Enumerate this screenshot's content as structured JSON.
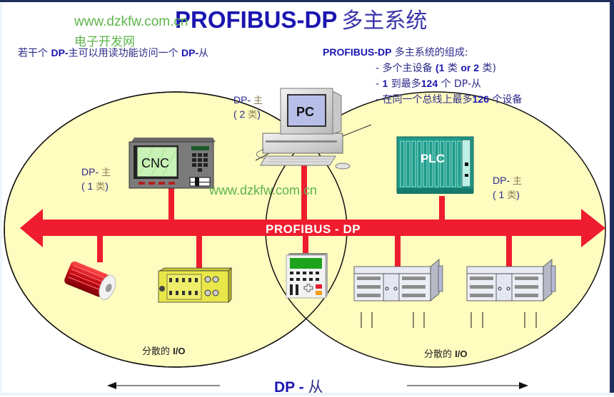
{
  "title": {
    "main": "PROFIBUS-DP",
    "suffix": "多主系统"
  },
  "watermarks": {
    "top_url": "www.dzkfw.com.cn",
    "top_cn": "电子开发网",
    "middle_url": "www.dzkfw.com.cn"
  },
  "note_left": {
    "p1": "若干个 ",
    "b1": "DP-",
    "p2": "主可以用读功能访问一个 ",
    "b2": "DP-",
    "p3": "从"
  },
  "composition": {
    "head_bold": "PROFIBUS-DP",
    "head_rest": " 多主系统的组成:",
    "items": [
      {
        "pre": "- 多个主设备 ",
        "bold": "(1",
        "post": " 类 ",
        "bold2": "or 2",
        "post2": " 类)"
      },
      {
        "pre": "- ",
        "bold": "1",
        "post": " 到最多",
        "bold2": "124",
        "post2": " 个 DP-从"
      },
      {
        "pre": "- 在同一个总线上最多",
        "bold": "126",
        "post": " 个设备",
        "bold2": "",
        "post2": ""
      }
    ]
  },
  "masters": {
    "pc": {
      "line1": "DP- ",
      "cn1": "主",
      "line2": "( 2 ",
      "cn2": "类",
      "line2_end": ")",
      "device": "PC"
    },
    "cnc": {
      "line1": "DP- ",
      "cn1": "主",
      "line2": "( 1 ",
      "cn2": "类",
      "line2_end": ")",
      "device": "CNC"
    },
    "plc": {
      "line1": "DP- ",
      "cn1": "主",
      "line2": "( 1 ",
      "cn2": "类",
      "line2_end": ")",
      "device": "PLC"
    }
  },
  "bus": {
    "label": "PROFIBUS - DP"
  },
  "io_labels": {
    "left": {
      "cn": "分散的 ",
      "en": "I/O"
    },
    "right": {
      "cn": "分散的 ",
      "en": "I/O"
    }
  },
  "slave_label": {
    "en": "DP - ",
    "cn": "从"
  },
  "colors": {
    "title": "#1a15b0",
    "text": "#2c2a8a",
    "watermark": "#5cb54a",
    "bus": "#ee1c2e",
    "ellipse_fill": "#fffcc0",
    "plc": "#1f9a8a",
    "frame": "#1e2f5e"
  }
}
